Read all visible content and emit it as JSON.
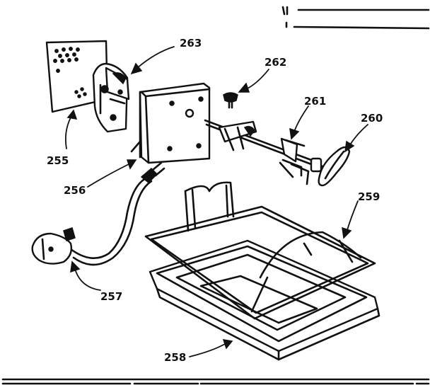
{
  "parts": [
    {
      "id": "p263",
      "number": "263"
    },
    {
      "id": "p262",
      "number": "262"
    },
    {
      "id": "p261",
      "number": "261"
    },
    {
      "id": "p260",
      "number": "260"
    },
    {
      "id": "p259",
      "number": "259"
    },
    {
      "id": "p258",
      "number": "258"
    },
    {
      "id": "p257",
      "number": "257"
    },
    {
      "id": "p256",
      "number": "256"
    },
    {
      "id": "p255",
      "number": "255"
    }
  ]
}
